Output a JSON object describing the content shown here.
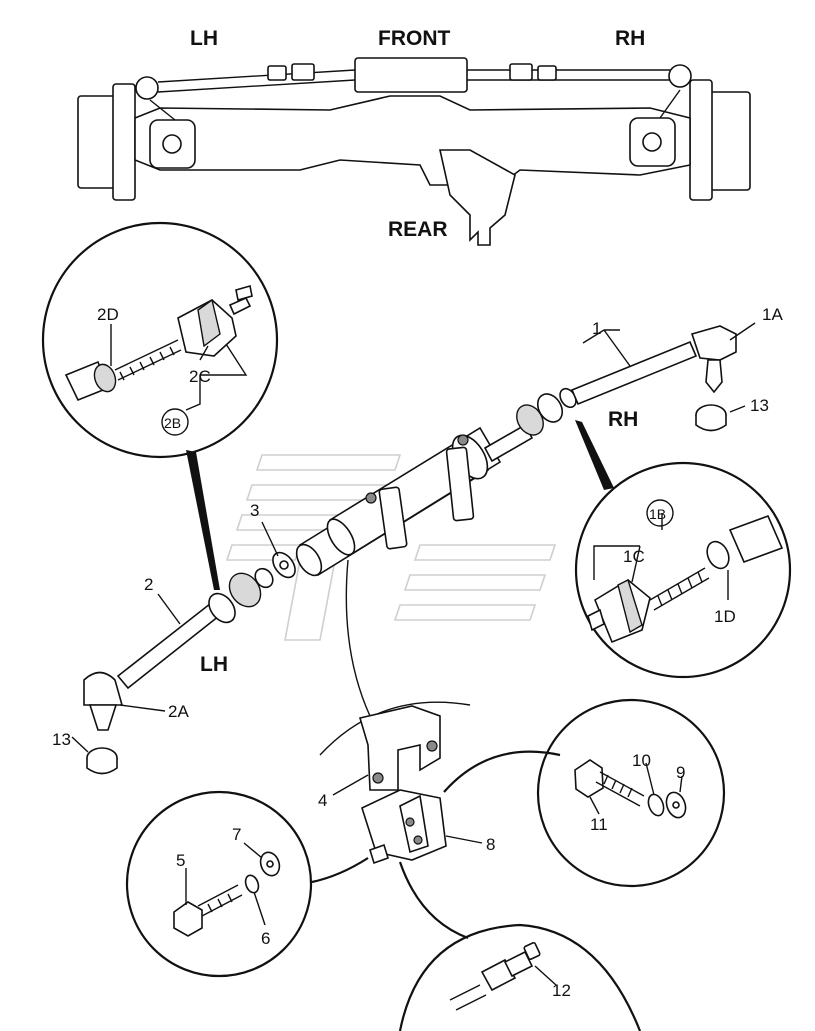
{
  "headings": {
    "lh_top": "LH",
    "front": "FRONT",
    "rh_top": "RH",
    "rear": "REAR",
    "rh_mid": "RH",
    "lh_mid": "LH"
  },
  "callouts": {
    "c1": "1",
    "c1A": "1A",
    "c1B": "1B",
    "c1C": "1C",
    "c1D": "1D",
    "c2": "2",
    "c2A": "2A",
    "c2B": "2B",
    "c2C": "2C",
    "c2D": "2D",
    "c3": "3",
    "c4": "4",
    "c5": "5",
    "c6": "6",
    "c7": "7",
    "c8": "8",
    "c9": "9",
    "c10": "10",
    "c11": "11",
    "c12": "12",
    "c13_rh": "13",
    "c13_lh": "13"
  }
}
